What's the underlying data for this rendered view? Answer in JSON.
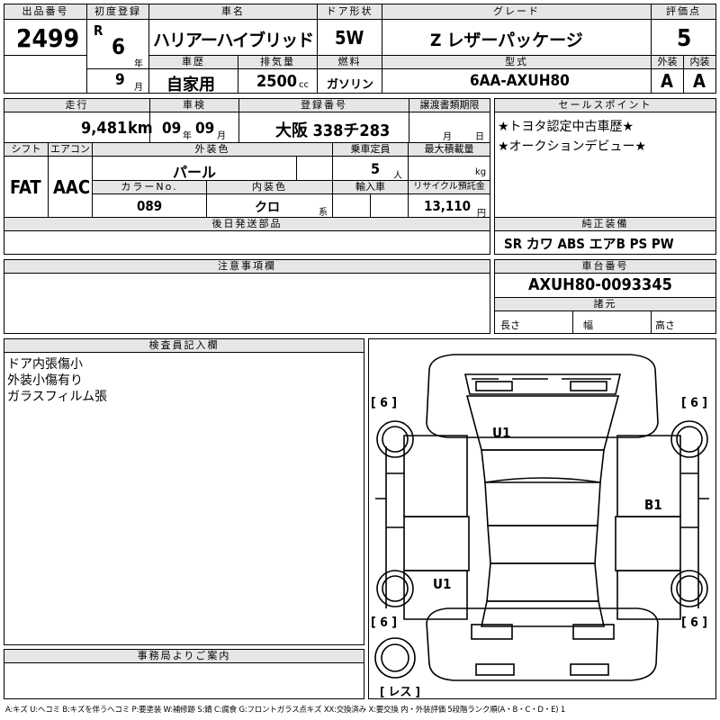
{
  "header": {
    "lot_label": "出品番号",
    "lot_number": "2499",
    "first_reg_label": "初度登録",
    "era_mark": "R",
    "reg_year": "6",
    "year_unit": "年",
    "reg_month": "9",
    "month_unit": "月",
    "car_name_label": "車名",
    "car_name": "ハリアーハイブリッド",
    "door_label": "ドア形状",
    "door_type": "5W",
    "grade_label": "グレード",
    "grade": "Z レザーパッケージ",
    "score_label": "評価点",
    "score": "5",
    "history_label": "車歴",
    "history": "自家用",
    "displacement_label": "排気量",
    "displacement": "2500",
    "displacement_unit": "cc",
    "fuel_label": "燃料",
    "fuel": "ガソリン",
    "model_label": "型式",
    "model": "6AA-AXUH80",
    "exterior_label": "外装",
    "exterior_grade": "A",
    "interior_label": "内装",
    "interior_grade": "A"
  },
  "row2": {
    "mileage_label": "走行",
    "mileage": "9,481",
    "mileage_unit": "km",
    "inspection_label": "車検",
    "insp_year": "09",
    "insp_year_unit": "年",
    "insp_month": "09",
    "insp_month_unit": "月",
    "plate_label": "登録番号",
    "plate": "大阪 338チ283",
    "transfer_label": "譲渡書類期限",
    "transfer_month_unit": "月",
    "transfer_day_unit": "日",
    "shift_label": "シフト",
    "shift": "FAT",
    "ac_label": "エアコン",
    "ac": "AAC",
    "color_label": "外装色",
    "color": "パール",
    "capacity_label": "乗車定員",
    "capacity": "5",
    "capacity_unit": "人",
    "max_load_label": "最大積載量",
    "max_load_unit": "kg",
    "color_no_label": "カラーNo.",
    "color_no": "089",
    "interior_color_label": "内装色",
    "interior_color": "クロ",
    "interior_color_unit": "系",
    "import_label": "輸入車",
    "recycle_label": "リサイクル預託金",
    "recycle": "13,110",
    "recycle_unit": "円"
  },
  "sales": {
    "label": "セールスポイント",
    "points": [
      "★トヨタ認定中古車歴★",
      "★オークションデビュー★"
    ]
  },
  "later_parts": {
    "label": "後日発送部品"
  },
  "equipment": {
    "label": "純正装備",
    "value": "SR カワ ABS エアB PS PW"
  },
  "notes": {
    "label": "注意事項欄"
  },
  "chassis": {
    "label": "車台番号",
    "value": "AXUH80-0093345"
  },
  "specs": {
    "label": "諸元",
    "length": "長さ",
    "width": "幅",
    "height": "高さ"
  },
  "inspector": {
    "label": "検査員記入欄",
    "lines": [
      "ドア内張傷小",
      "外装小傷有り",
      "ガラスフィルム張"
    ]
  },
  "diagram": {
    "tires": [
      "[ 6 ]",
      "[ 6 ]",
      "[ 6 ]",
      "[ 6 ]"
    ],
    "marks": [
      "U1",
      "B1",
      "U1"
    ],
    "spare": "[ レス ]"
  },
  "office": {
    "label": "事務局よりご案内"
  },
  "legend": "A:キズ U:ヘコミ B:キズを伴うヘコミ P:要塗装 W:補修跡 S:錆 C:腐食 G:フロントガラス点キズ XX:交換済み X:要交換 内・外装評価 5段階ランク順(A・B・C・D・E) 1"
}
